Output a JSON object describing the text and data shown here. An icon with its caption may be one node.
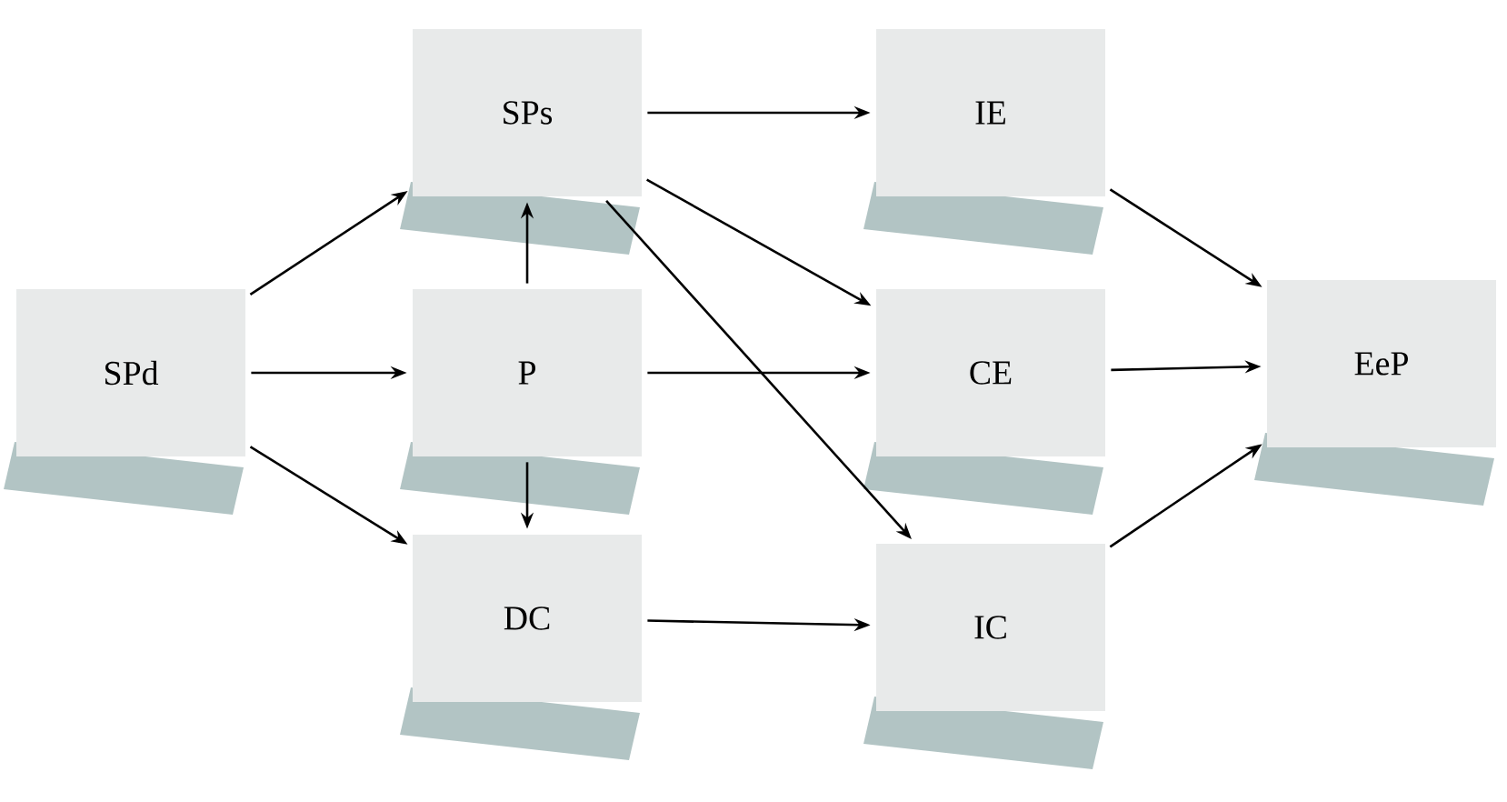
{
  "diagram": {
    "nodes": [
      {
        "text": [
          "SPd"
        ]
      },
      {
        "text": [
          "SPs"
        ]
      },
      {
        "text": [
          "P"
        ]
      },
      {
        "text": [
          "DC"
        ]
      },
      {
        "text": [
          "IE"
        ]
      },
      {
        "text": [
          "CE"
        ]
      },
      {
        "text": [
          "IC"
        ]
      },
      {
        "text": [
          "EeP"
        ]
      }
    ],
    "edges": [
      {
        "from": 0,
        "to": 1,
        "arrow": "to"
      },
      {
        "from": 0,
        "to": 2,
        "arrow": "to"
      },
      {
        "from": 0,
        "to": 3,
        "arrow": "to"
      },
      {
        "from": 2,
        "to": 1,
        "arrow": "to"
      },
      {
        "from": 2,
        "to": 3,
        "arrow": "to"
      },
      {
        "from": 1,
        "to": 4,
        "arrow": "to"
      },
      {
        "from": 1,
        "to": 5,
        "arrow": "to"
      },
      {
        "from": 1,
        "to": 6,
        "arrow": "to"
      },
      {
        "from": 2,
        "to": 5,
        "arrow": "to"
      },
      {
        "from": 3,
        "to": 6,
        "arrow": "to"
      },
      {
        "from": 4,
        "to": 7,
        "arrow": "to"
      },
      {
        "from": 5,
        "to": 7,
        "arrow": "to"
      },
      {
        "from": 6,
        "to": 7,
        "arrow": "to"
      }
    ]
  }
}
